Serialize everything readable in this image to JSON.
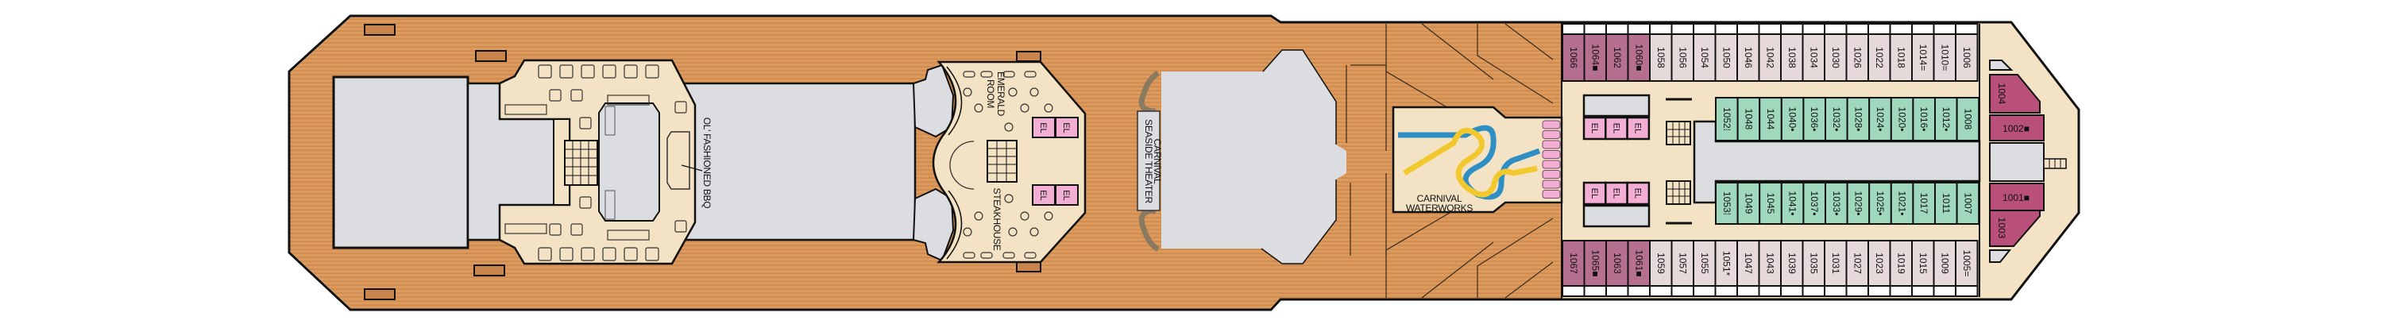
{
  "deck_plan": {
    "venues": {
      "bbq": "OL' FASHIONED BBQ",
      "emerald_room_line1": "EMERALD",
      "emerald_room_line2": "ROOM",
      "steakhouse": "STEAKHOUSE",
      "theater_line1": "CARNIVAL",
      "theater_line2": "SEASIDE THEATER",
      "waterworks_line1": "CARNIVAL",
      "waterworks_line2": "WATERWORKS"
    },
    "elevator_label": "EL",
    "cabins": {
      "outer_port": [
        {
          "label": "1066",
          "type": "suite"
        },
        {
          "label": "1064■",
          "type": "suite"
        },
        {
          "label": "1062",
          "type": "suite"
        },
        {
          "label": "1060■",
          "type": "suite"
        },
        {
          "label": "1058",
          "type": "balcony"
        },
        {
          "label": "1056",
          "type": "balcony"
        },
        {
          "label": "1054",
          "type": "balcony"
        },
        {
          "label": "1050",
          "type": "balcony"
        },
        {
          "label": "1046",
          "type": "balcony"
        },
        {
          "label": "1042",
          "type": "balcony"
        },
        {
          "label": "1038",
          "type": "balcony"
        },
        {
          "label": "1034",
          "type": "balcony"
        },
        {
          "label": "1030",
          "type": "balcony"
        },
        {
          "label": "1026",
          "type": "balcony"
        },
        {
          "label": "1022",
          "type": "balcony"
        },
        {
          "label": "1018",
          "type": "balcony"
        },
        {
          "label": "1014=",
          "type": "balcony"
        },
        {
          "label": "1010=",
          "type": "balcony"
        },
        {
          "label": "1006",
          "type": "balcony"
        }
      ],
      "inner_port": [
        {
          "label": "1052⁞",
          "type": "interior"
        },
        {
          "label": "1048",
          "type": "interior"
        },
        {
          "label": "1044",
          "type": "interior"
        },
        {
          "label": "1040•",
          "type": "interior"
        },
        {
          "label": "1036•",
          "type": "interior"
        },
        {
          "label": "1032•",
          "type": "interior"
        },
        {
          "label": "1028•",
          "type": "interior"
        },
        {
          "label": "1024•",
          "type": "interior"
        },
        {
          "label": "1020•",
          "type": "interior"
        },
        {
          "label": "1016•",
          "type": "interior"
        },
        {
          "label": "1012•",
          "type": "interior"
        },
        {
          "label": "1008",
          "type": "interior"
        }
      ],
      "inner_starboard": [
        {
          "label": "1053⁞",
          "type": "interior"
        },
        {
          "label": "1049",
          "type": "interior"
        },
        {
          "label": "1045",
          "type": "interior"
        },
        {
          "label": "1041•",
          "type": "interior"
        },
        {
          "label": "1037•",
          "type": "interior"
        },
        {
          "label": "1033•",
          "type": "interior"
        },
        {
          "label": "1029•",
          "type": "interior"
        },
        {
          "label": "1025•",
          "type": "interior"
        },
        {
          "label": "1021•",
          "type": "interior"
        },
        {
          "label": "1017",
          "type": "interior"
        },
        {
          "label": "1011",
          "type": "interior"
        },
        {
          "label": "1007",
          "type": "interior"
        }
      ],
      "outer_starboard": [
        {
          "label": "1067",
          "type": "suite"
        },
        {
          "label": "1065■",
          "type": "suite"
        },
        {
          "label": "1063",
          "type": "suite"
        },
        {
          "label": "1061■",
          "type": "suite"
        },
        {
          "label": "1059",
          "type": "balcony"
        },
        {
          "label": "1057",
          "type": "balcony"
        },
        {
          "label": "1055",
          "type": "balcony"
        },
        {
          "label": "1051*",
          "type": "balcony"
        },
        {
          "label": "1047",
          "type": "balcony"
        },
        {
          "label": "1043",
          "type": "balcony"
        },
        {
          "label": "1039",
          "type": "balcony"
        },
        {
          "label": "1035",
          "type": "balcony"
        },
        {
          "label": "1031",
          "type": "balcony"
        },
        {
          "label": "1027",
          "type": "balcony"
        },
        {
          "label": "1023",
          "type": "balcony"
        },
        {
          "label": "1019",
          "type": "balcony"
        },
        {
          "label": "1015",
          "type": "balcony"
        },
        {
          "label": "1009",
          "type": "balcony"
        },
        {
          "label": "1005=",
          "type": "balcony"
        }
      ],
      "forward": {
        "c1004": "1004",
        "c1002": "1002■",
        "c1001": "1001■",
        "c1003": "1003"
      }
    },
    "colors": {
      "deck_wood": "#dd9a5d",
      "deck_stripe": "#c8844a",
      "interior_tan": "#f3e3c4",
      "pool_gray": "#dcdde1",
      "suite": "#b5708f",
      "balcony": "#e6d9d9",
      "interior": "#9fd8bd",
      "forward_suite": "#b8507a",
      "elevator": "#f2aed3",
      "slide_blue": "#2f8fc4",
      "slide_yellow": "#f2c82e"
    }
  }
}
